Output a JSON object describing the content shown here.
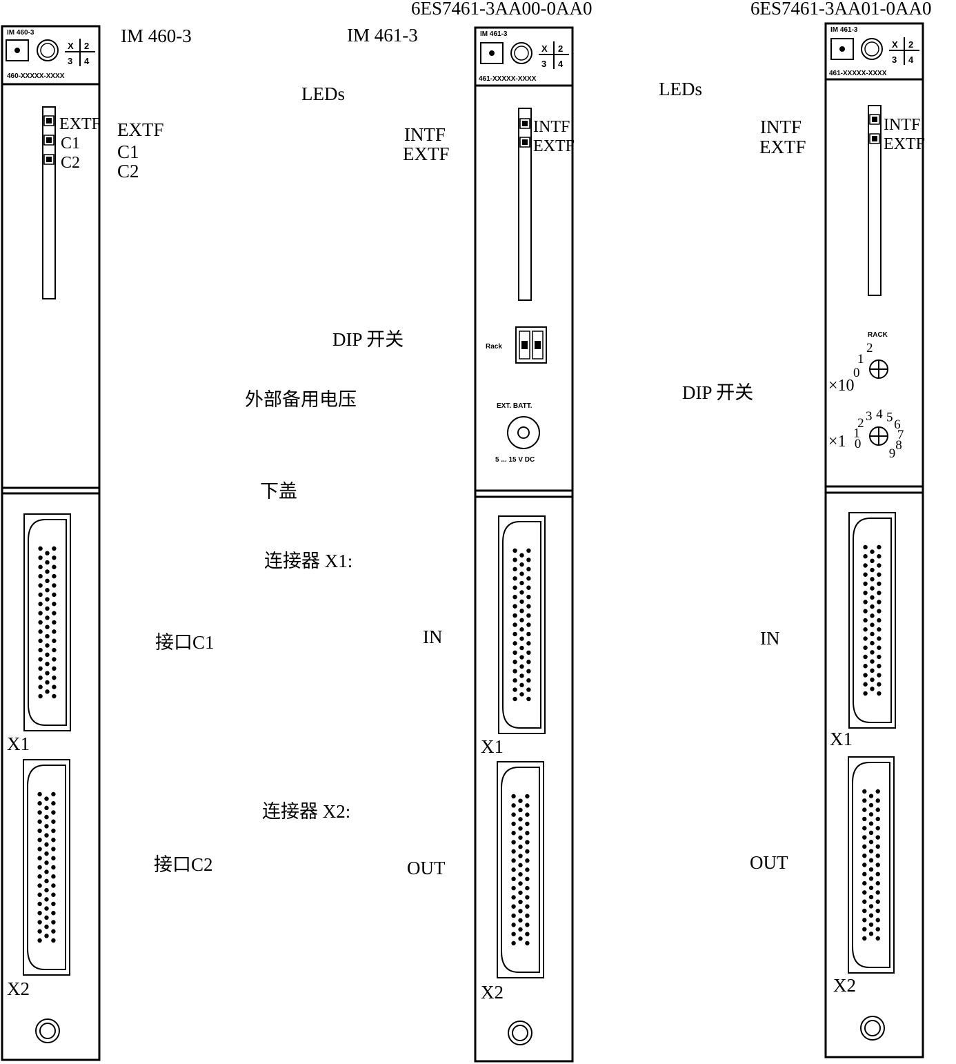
{
  "order_numbers": {
    "im461_std": "6ES7461-3AA00-0AA0",
    "im461_alt": "6ES7461-3AA01-0AA0"
  },
  "labels": {
    "im460": "IM 460-3",
    "im461": "IM 461-3",
    "leds_1": "LEDs",
    "leds_2": "LEDs",
    "extf": "EXTF",
    "c1": "C1",
    "c2": "C2",
    "intf_1": "INTF",
    "extf_1": "EXTF",
    "intf_2": "INTF",
    "extf_2": "EXTF",
    "dip_1": "DIP 开关",
    "dip_2": "DIP 开关",
    "ext_voltage": "外部备用电压",
    "lower_cover": "下盖",
    "connector_x1": "连接器 X1:",
    "connector_x2": "连接器 X2:",
    "port_c1": "接口C1",
    "port_c2": "接口C2",
    "in_1": "IN",
    "in_2": "IN",
    "out_1": "OUT",
    "out_2": "OUT"
  },
  "modules": {
    "im460": {
      "leds": [
        "EXTF",
        "C1",
        "C2"
      ],
      "x1": "X1",
      "x2": "X2",
      "header_name": "IM 460-3",
      "header_code": "460-XXXXX-XXXX"
    },
    "im461_std": {
      "leds": [
        "INTF",
        "EXTF"
      ],
      "rack": "Rack",
      "batt": "EXT. BATT.",
      "batt_volt": "5 ... 15 V DC",
      "x1": "X1",
      "x2": "X2",
      "header_name": "IM 461-3",
      "header_code": "461-XXXXX-XXXX"
    },
    "im461_alt": {
      "leds": [
        "INTF",
        "EXTF"
      ],
      "rack": "RACK",
      "x10": "×10",
      "x1_switch": "×1",
      "dial10": [
        "0",
        "1",
        "2"
      ],
      "dial1": [
        "0",
        "1",
        "2",
        "3",
        "4",
        "5",
        "6",
        "7",
        "8",
        "9"
      ],
      "x1": "X1",
      "x2": "X2",
      "header_name": "IM 461-3",
      "header_code": "461-XXXXX-XXXX"
    }
  },
  "panel_header": {
    "cell_tl": "X",
    "cell_tr": "2",
    "cell_bl": "3",
    "cell_br": "4"
  }
}
